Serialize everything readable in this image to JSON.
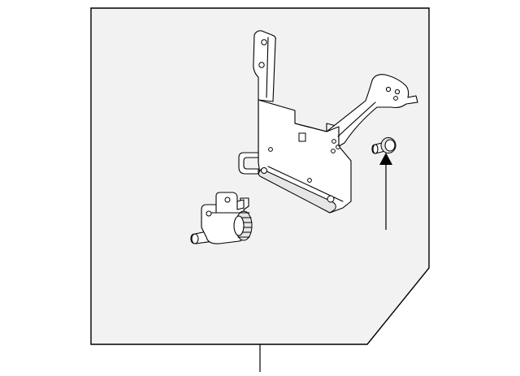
{
  "diagram": {
    "parts": [
      {
        "name": "mounting-bracket"
      },
      {
        "name": "actuator-motor"
      },
      {
        "name": "bolt"
      }
    ],
    "colors": {
      "panel": "#f2f2f2",
      "stroke": "#000000",
      "background": "#ffffff"
    }
  }
}
